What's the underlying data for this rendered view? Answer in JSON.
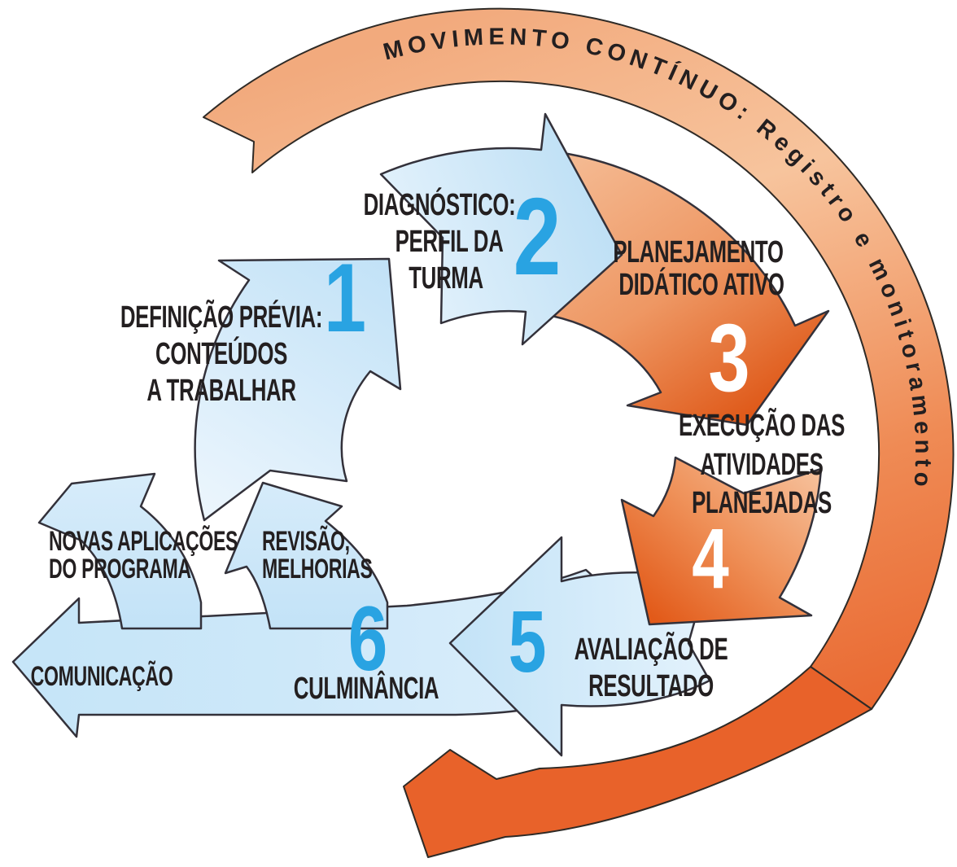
{
  "diagram": {
    "outer_band_label": "MOVIMENTO CONTÍNUO: Registro e monitoramento",
    "steps": [
      {
        "number": "1",
        "lines": [
          "DEFINIÇÃO PRÉVIA:",
          "CONTEÚDOS",
          "A TRABALHAR"
        ]
      },
      {
        "number": "2",
        "lines": [
          "DIAGNÓSTICO:",
          "PERFIL DA",
          "TURMA"
        ]
      },
      {
        "number": "3",
        "lines": [
          "PLANEJAMENTO",
          "DIDÁTICO ATIVO"
        ]
      },
      {
        "number": "4",
        "lines": [
          "EXECUÇÃO DAS",
          "ATIVIDADES",
          "PLANEJADAS"
        ]
      },
      {
        "number": "5",
        "lines": [
          "AVALIAÇÃO DE",
          "RESULTADO"
        ]
      },
      {
        "number": "6",
        "lines": [
          "CULMINÂNCIA"
        ]
      }
    ],
    "feedback_labels": [
      {
        "lines": [
          "NOVAS APLICAÇÕES",
          "DO PROGRAMA"
        ]
      },
      {
        "lines": [
          "REVISÃO,",
          "MELHORIAS"
        ]
      },
      {
        "lines": [
          "COMUNICAÇÃO"
        ]
      }
    ],
    "colors": {
      "accent_blue": "#29A3E2",
      "arrow_blue_light": "#CDE8F9",
      "arrow_orange_deep": "#E8622A",
      "band_salmon": "#F7C49D",
      "text_dark": "#231F20"
    }
  }
}
